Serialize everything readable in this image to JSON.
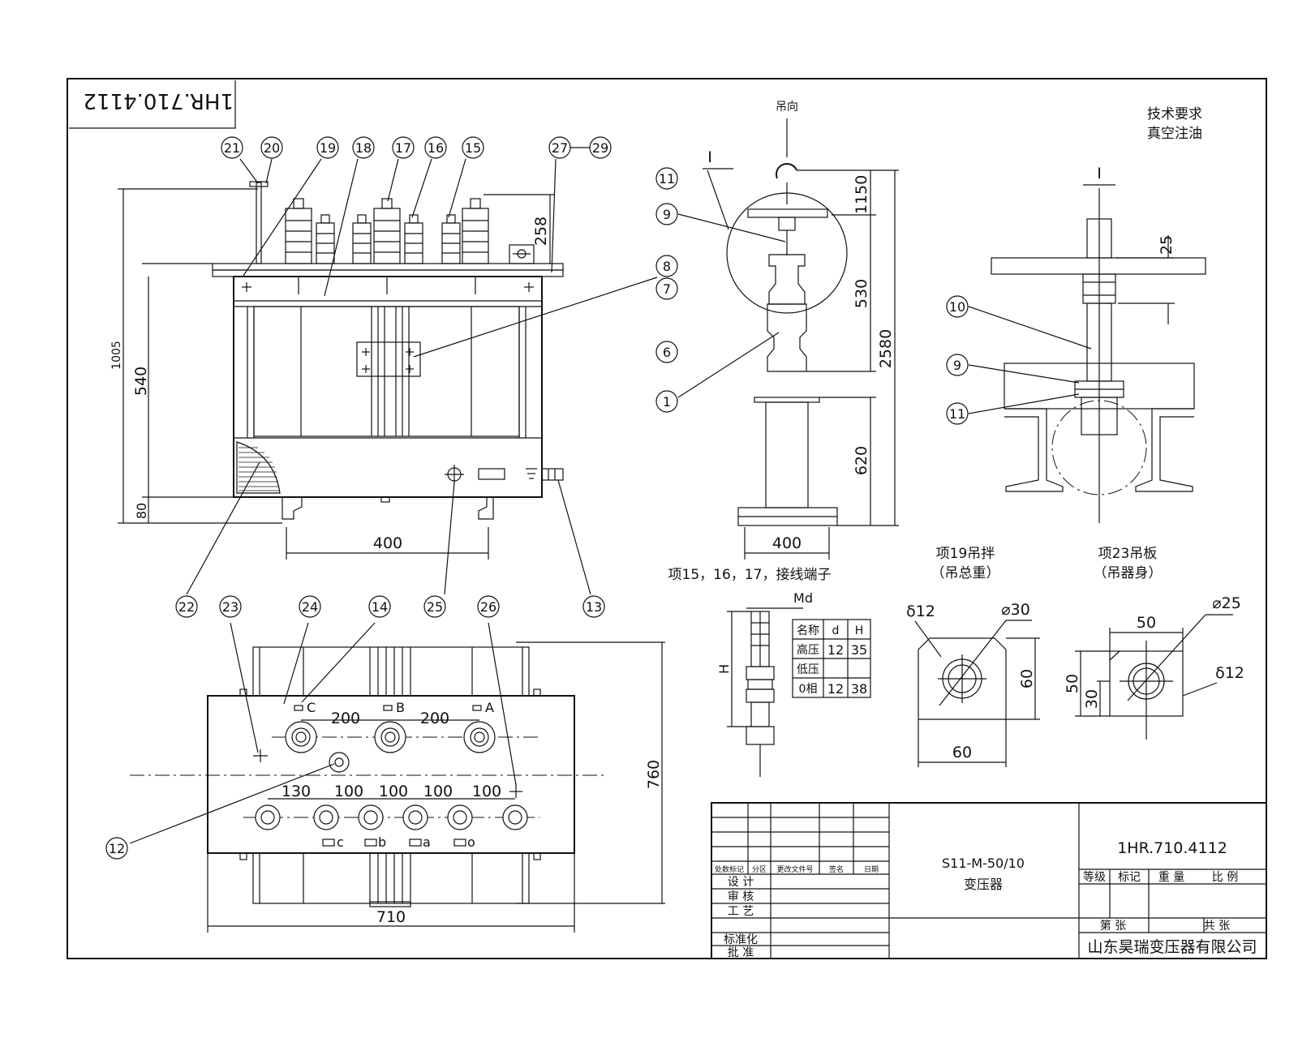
{
  "drawing_number": "1HR.710.4112",
  "drawing_number_mirrored": "1HR.710.4112",
  "tech": {
    "title": "技术要求",
    "line1": "真空注油"
  },
  "lift": {
    "hook_label": "吊向",
    "section_mark": "I"
  },
  "detail_mark": "I",
  "dims": {
    "d1005": "1005",
    "d540": "540",
    "d80": "80",
    "d258": "258",
    "d400a": "400",
    "d1150": "1150",
    "d530": "530",
    "d620": "620",
    "d2580": "2580",
    "d400b": "400",
    "d25": "25",
    "d760": "760",
    "d710": "710",
    "d200a": "200",
    "d200b": "200",
    "d130": "130",
    "d100a": "100",
    "d100b": "100",
    "d100c": "100",
    "d100d": "100",
    "d60a": "60",
    "d60b": "60",
    "d50a": "50",
    "d50b": "50",
    "d30": "30",
    "phi30": "⌀30",
    "phi25": "⌀25",
    "delta12a": "δ12",
    "delta12b": "δ12",
    "md": "Md",
    "h": "H"
  },
  "terminal_labels": {
    "C": "C",
    "B": "B",
    "A": "A",
    "c": "c",
    "b": "b",
    "a": "a",
    "o": "o"
  },
  "callouts": [
    "21",
    "20",
    "19",
    "18",
    "17",
    "16",
    "15",
    "27",
    "29",
    "11",
    "9",
    "8",
    "7",
    "6",
    "1",
    "10",
    "9",
    "11",
    "22",
    "23",
    "24",
    "14",
    "25",
    "26",
    "13",
    "12"
  ],
  "sections": {
    "terminals": "项15，16，17，接线端子",
    "item19_title": "项19吊拌",
    "item19_sub": "（吊总重）",
    "item23_title": "项23吊板",
    "item23_sub": "（吊器身）"
  },
  "terminal_table": {
    "header": [
      "名称",
      "d",
      "H"
    ],
    "rows": [
      [
        "高压",
        "12",
        "35"
      ],
      [
        "低压",
        "",
        ""
      ],
      [
        "0相",
        "12",
        "38"
      ]
    ]
  },
  "title_block": {
    "sign_header": [
      "处数标记",
      "分区",
      "更改文件号",
      "签名",
      "日期"
    ],
    "design": "设 计",
    "review": "审 核",
    "process": "工 艺",
    "standard": "标准化",
    "approve": "批 准",
    "model": "S11-M-50/10",
    "name": "变压器",
    "grade_row": [
      "等级",
      "标记",
      "重 量",
      "比 例"
    ],
    "sheet": "第 张",
    "total": "共 张",
    "company": "山东昊瑞变压器有限公司"
  }
}
